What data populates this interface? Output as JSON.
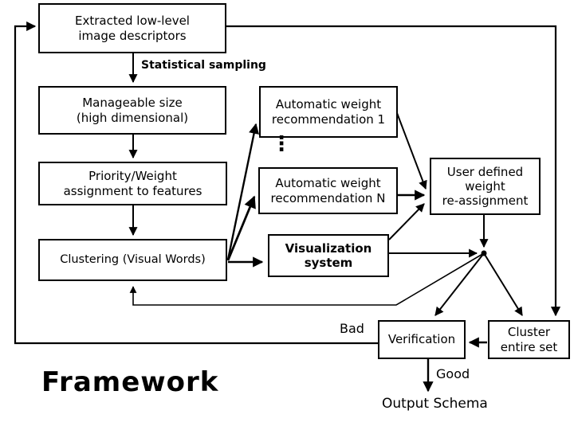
{
  "slide": {
    "title": "Framework",
    "background_color": "#ffffff",
    "ink_color": "#000000"
  },
  "nodes": {
    "extracted": {
      "label": "Extracted low-level\nimage descriptors"
    },
    "manageable": {
      "label": "Manageable size\n(high dimensional)"
    },
    "priority": {
      "label": "Priority/Weight\nassignment to features"
    },
    "clustering": {
      "label": "Clustering (Visual Words)"
    },
    "auto_rec_1": {
      "label": "Automatic weight\nrecommendation 1"
    },
    "auto_rec_n": {
      "label": "Automatic weight\nrecommendation N"
    },
    "user_defined": {
      "label": "User defined\nweight\nre-assignment"
    },
    "visualization": {
      "label": "Visualization\nsystem"
    },
    "verification": {
      "label": "Verification"
    },
    "cluster_entire": {
      "label": "Cluster\nentire set"
    }
  },
  "labels": {
    "statistical_sampling": "Statistical sampling",
    "ellipsis": "⋮",
    "bad": "Bad",
    "good": "Good",
    "output_schema": "Output Schema"
  }
}
